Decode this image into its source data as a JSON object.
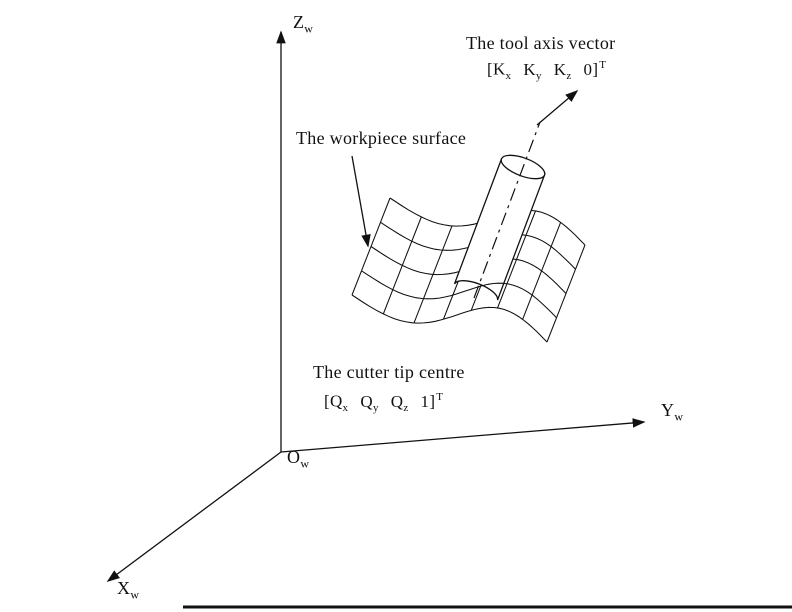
{
  "figure": {
    "colors": {
      "ink": "#111111",
      "paper": "#ffffff"
    },
    "axes": {
      "z": {
        "base": "Z",
        "sub": "w"
      },
      "y": {
        "base": "Y",
        "sub": "w"
      },
      "x": {
        "base": "X",
        "sub": "w"
      },
      "origin": {
        "base": "O",
        "sub": "w"
      }
    },
    "tool_axis": {
      "caption": "The tool axis vector",
      "vector": {
        "open": "[",
        "c1": "K",
        "s1": "x",
        "c2": "K",
        "s2": "y",
        "c3": "K",
        "s3": "z",
        "c4": "0",
        "close": "]",
        "sup": "T"
      }
    },
    "workpiece": {
      "caption": "The workpiece surface"
    },
    "cutter_tip": {
      "caption": "The cutter tip centre",
      "vector": {
        "open": "[",
        "c1": "Q",
        "s1": "x",
        "c2": "Q",
        "s2": "y",
        "c3": "Q",
        "s3": "z",
        "c4": "1",
        "close": "]",
        "sup": "T"
      }
    }
  }
}
